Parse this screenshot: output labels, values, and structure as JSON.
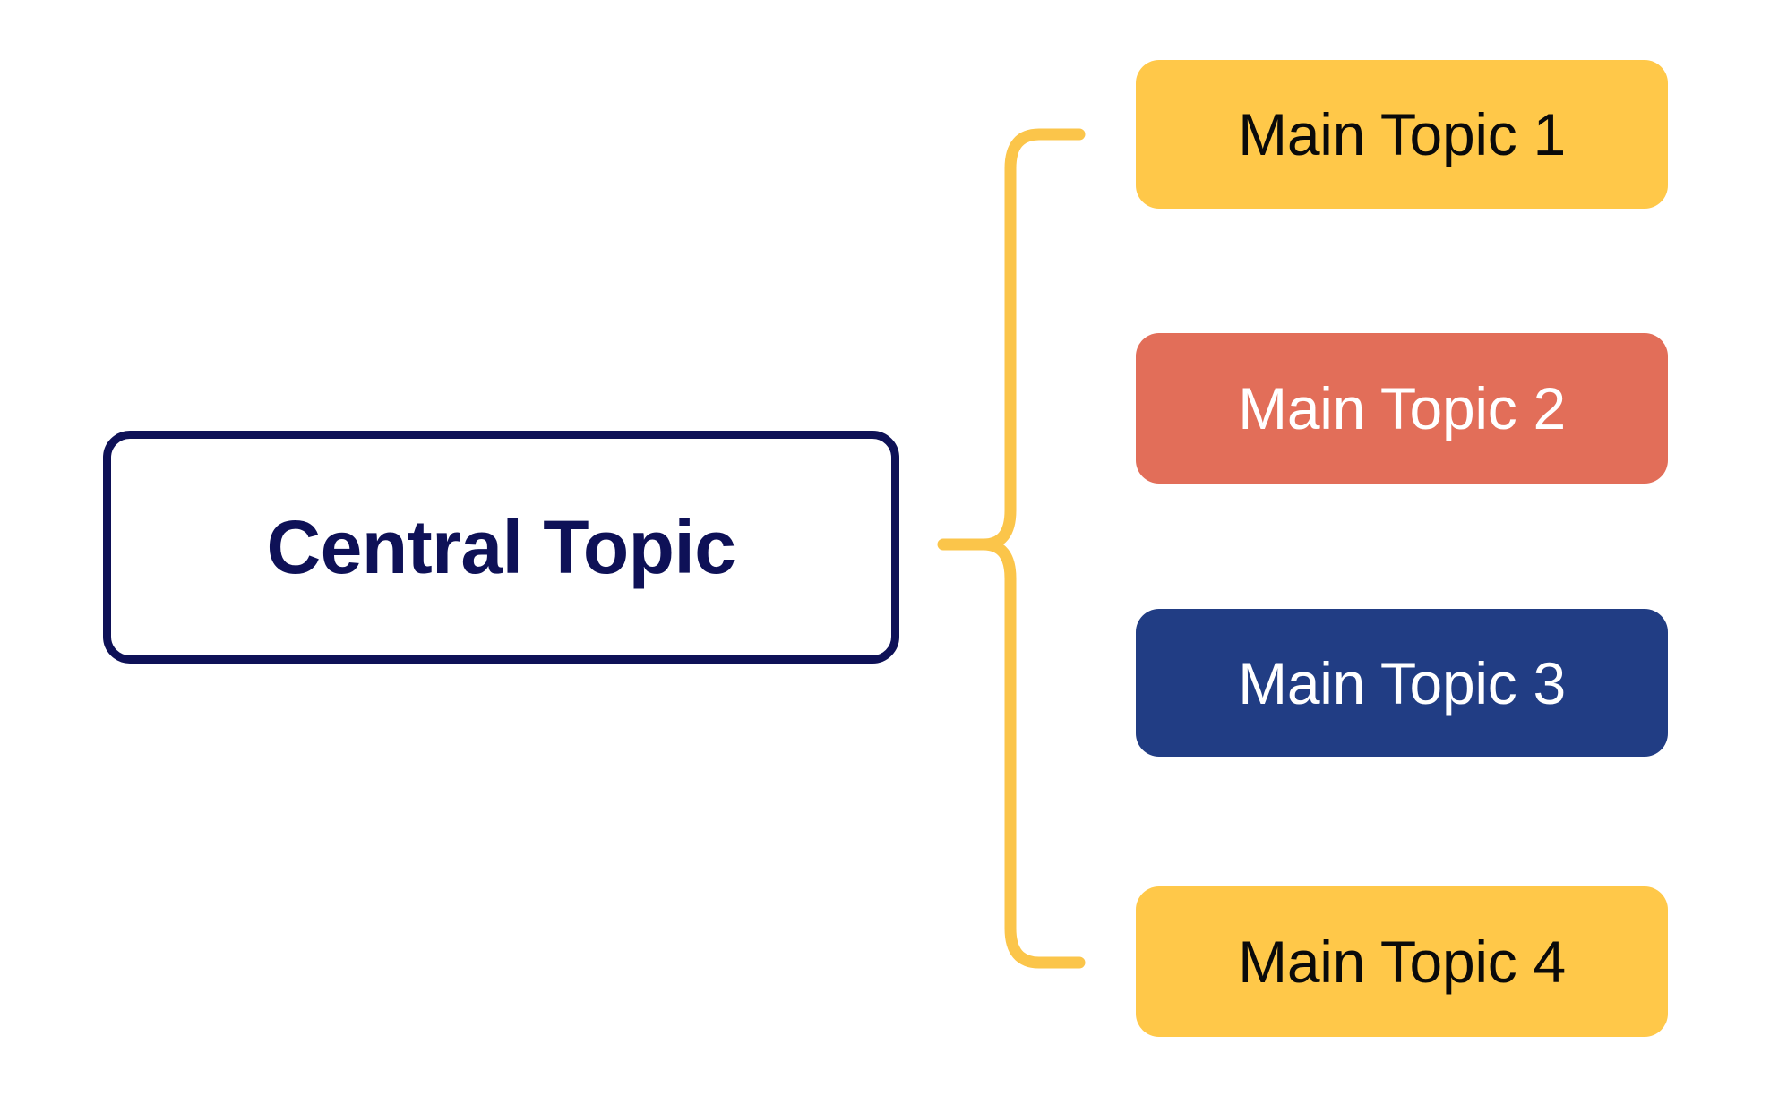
{
  "diagram": {
    "type": "mind-map",
    "background_color": "#FFFFFF",
    "orientation": "left-to-right"
  },
  "central": {
    "label": "Central Topic",
    "text_color": "#0E1157",
    "border_color": "#0E1157",
    "fill_color": "#FFFFFF"
  },
  "connector": {
    "name": "bracket-connector",
    "color": "#FBC54A",
    "stroke_width": 13,
    "shape": "curly-bracket"
  },
  "topics": [
    {
      "label": "Main Topic 1",
      "fill_color": "#FFC849",
      "text_color": "#0A0A0A"
    },
    {
      "label": "Main Topic 2",
      "fill_color": "#E26E59",
      "text_color": "#FFFFFF"
    },
    {
      "label": "Main Topic 3",
      "fill_color": "#213D84",
      "text_color": "#FFFFFF"
    },
    {
      "label": "Main Topic 4",
      "fill_color": "#FFC849",
      "text_color": "#0A0A0A"
    }
  ]
}
